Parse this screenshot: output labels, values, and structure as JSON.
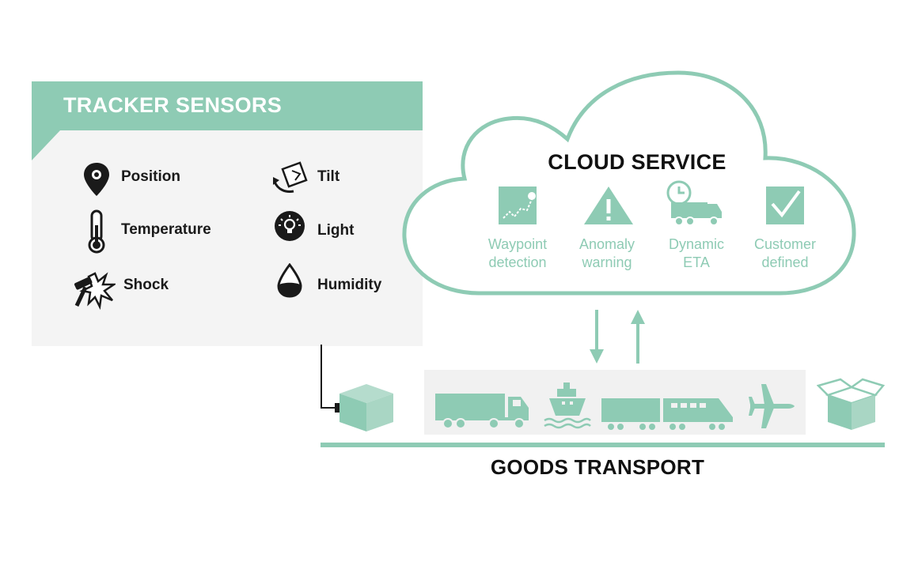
{
  "sensors": {
    "title": "TRACKER SENSORS",
    "items": [
      {
        "label": "Position",
        "icon": "map-pin-icon"
      },
      {
        "label": "Temperature",
        "icon": "thermometer-icon"
      },
      {
        "label": "Shock",
        "icon": "hammer-impact-icon"
      },
      {
        "label": "Tilt",
        "icon": "tilt-icon"
      },
      {
        "label": "Light",
        "icon": "light-bulb-icon"
      },
      {
        "label": "Humidity",
        "icon": "water-drop-icon"
      }
    ]
  },
  "cloud": {
    "title": "CLOUD SERVICE",
    "services": [
      {
        "line1": "Waypoint",
        "line2": "detection",
        "icon": "waypoint-map-icon"
      },
      {
        "line1": "Anomaly",
        "line2": "warning",
        "icon": "warning-triangle-icon"
      },
      {
        "line1": "Dynamic",
        "line2": "ETA",
        "icon": "clock-truck-icon"
      },
      {
        "line1": "Customer",
        "line2": "defined",
        "icon": "checkbox-icon"
      }
    ]
  },
  "transport": {
    "title": "GOODS TRANSPORT",
    "vehicles": [
      "truck-icon",
      "ship-icon",
      "train-icon",
      "airplane-icon"
    ]
  },
  "colors": {
    "accent": "#8ecbb4",
    "panel": "#f4f4f4",
    "text": "#111111"
  }
}
